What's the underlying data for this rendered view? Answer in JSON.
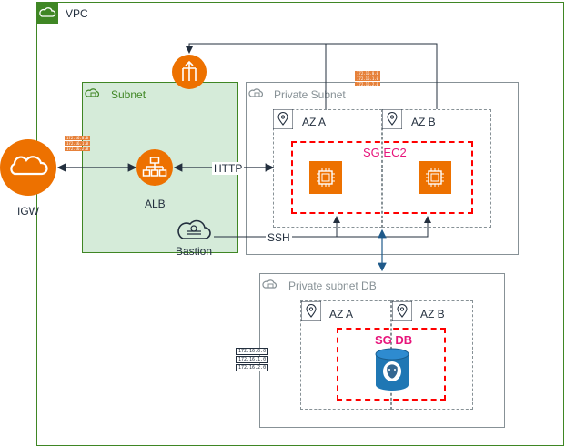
{
  "vpc": {
    "label": "VPC"
  },
  "public_subnet": {
    "label": "Subnet"
  },
  "private_subnet": {
    "label": "Private Subnet"
  },
  "private_subnet_db": {
    "label": "Private subnet DB"
  },
  "az": {
    "a": "AZ A",
    "b": "AZ B",
    "db_a": "AZ A",
    "db_b": "AZ B"
  },
  "security_groups": {
    "ec2": "SG EC2",
    "db": "SG DB"
  },
  "nodes": {
    "igw": "IGW",
    "alb": "ALB",
    "bastion": "Bastion"
  },
  "edges": {
    "http": "HTTP",
    "ssh": "SSH"
  },
  "route_tables": {
    "public": [
      "172.16.0.0",
      "172.16.1.0",
      "172.16.2.0"
    ],
    "private": [
      "172.16.0.0",
      "172.16.1.0",
      "172.16.2.0"
    ],
    "db": [
      "172.16.0.0",
      "172.16.1.0",
      "172.16.2.0"
    ]
  },
  "colors": {
    "vpc_border": "#3f8624",
    "subnet_fill": "#d5ebd9",
    "grey_border": "#879196",
    "orange": "#ed7100",
    "sg_red": "#e7157b",
    "sg_border": "#ff0000",
    "arrow": "#232f3e",
    "db_blue": "#1f77b4"
  },
  "icons": [
    "cloud-icon",
    "subnet-lock-icon",
    "location-pin-icon",
    "nat-gateway-icon",
    "alb-icon",
    "bastion-icon",
    "ec2-icon",
    "rds-postgres-icon"
  ]
}
